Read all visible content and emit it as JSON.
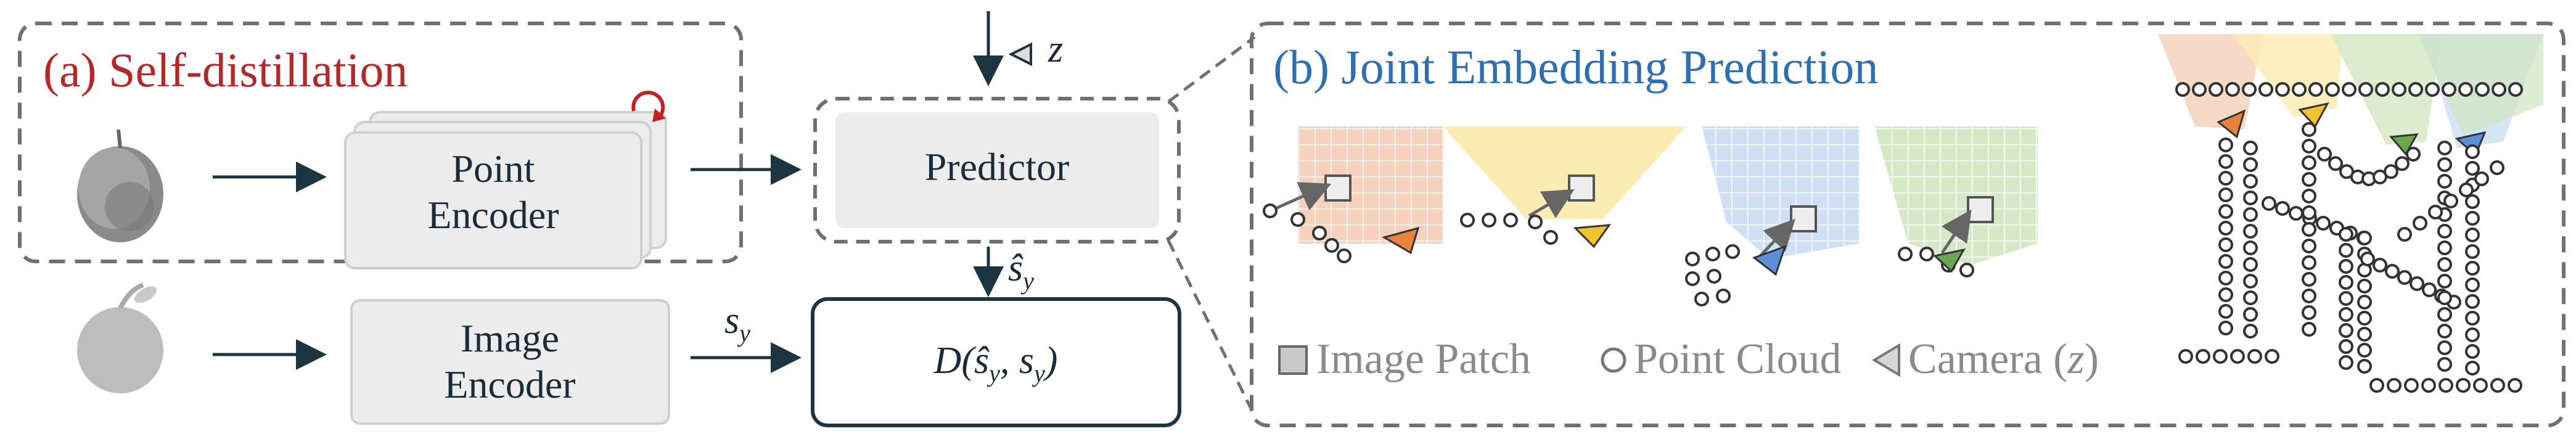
{
  "panel_a": {
    "title": "(a) Self-distillation",
    "point_encoder": {
      "line1": "Point",
      "line2": "Encoder"
    },
    "image_encoder": {
      "line1": "Image",
      "line2": "Encoder"
    },
    "predictor": "Predictor",
    "z_label": "z",
    "s_hat_label": "ŝ",
    "s_hat_sub": "y",
    "s_label": "s",
    "s_sub": "y",
    "loss": {
      "D": "D(",
      "s_hat": "ŝ",
      "sub1": "y",
      "comma": ", s",
      "sub2": "y",
      "close": ")"
    }
  },
  "panel_b": {
    "title": "(b) Joint Embedding Prediction",
    "legend": {
      "image_patch": "Image Patch",
      "point_cloud": "Point Cloud",
      "camera_prefix": "Camera (",
      "camera_var": "z",
      "camera_suffix": ")"
    }
  },
  "colors": {
    "red_title": "#b02a2a",
    "blue_title": "#2e6fb3",
    "box_fill": "#ececec",
    "dark_border": "#1d3540",
    "dashed": "#707070",
    "camera_orange": "#e8823c",
    "camera_yellow": "#f1c232",
    "camera_blue": "#5b8fd6",
    "camera_green": "#6aa84f"
  }
}
